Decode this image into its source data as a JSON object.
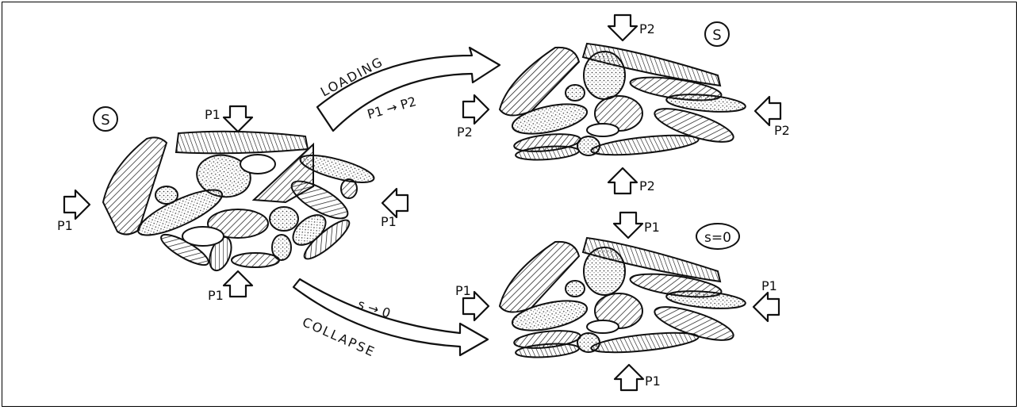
{
  "diagram": {
    "initial_state": {
      "suction_label": "S",
      "load_label": "P1"
    },
    "loading": {
      "arrow_label": "LOADING",
      "transition_label": "P1 → P2"
    },
    "loaded_state": {
      "suction_label": "S",
      "load_label": "P2"
    },
    "collapse": {
      "arrow_label": "COLLAPSE",
      "transition_label": "s → 0"
    },
    "collapsed_state": {
      "suction_label": "s=0",
      "load_label": "P1"
    }
  },
  "colors": {
    "ink": "#111111",
    "paper": "#ffffff"
  }
}
